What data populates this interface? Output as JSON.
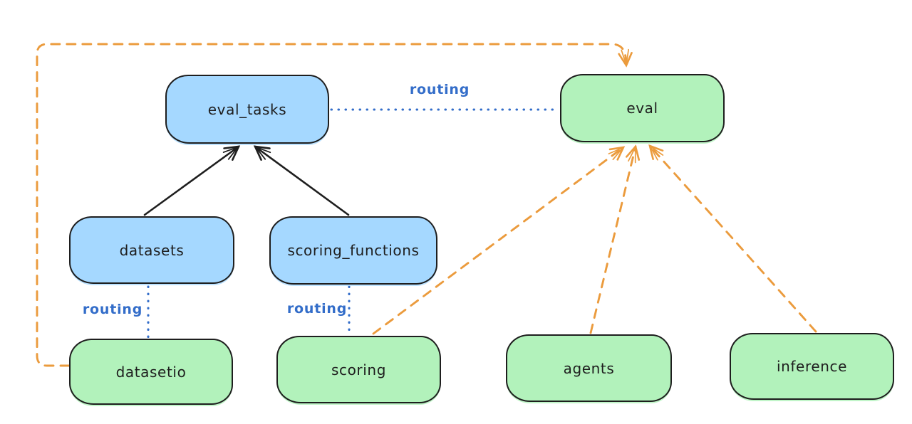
{
  "diagram": {
    "nodes": {
      "eval_tasks": {
        "label": "eval_tasks",
        "color_group": "blue"
      },
      "eval": {
        "label": "eval",
        "color_group": "green"
      },
      "datasets": {
        "label": "datasets",
        "color_group": "blue"
      },
      "scoring_functions": {
        "label": "scoring_functions",
        "color_group": "blue"
      },
      "datasetio": {
        "label": "datasetio",
        "color_group": "green"
      },
      "scoring": {
        "label": "scoring",
        "color_group": "green"
      },
      "agents": {
        "label": "agents",
        "color_group": "green"
      },
      "inference": {
        "label": "inference",
        "color_group": "green"
      }
    },
    "edges": [
      {
        "from": "datasets",
        "to": "eval_tasks",
        "style": "solid",
        "color": "black",
        "label": ""
      },
      {
        "from": "scoring_functions",
        "to": "eval_tasks",
        "style": "solid",
        "color": "black",
        "label": ""
      },
      {
        "from": "eval_tasks",
        "to": "eval",
        "style": "dotted",
        "color": "blue",
        "label": "routing"
      },
      {
        "from": "datasets",
        "to": "datasetio",
        "style": "dotted",
        "color": "blue",
        "label": "routing"
      },
      {
        "from": "scoring_functions",
        "to": "scoring",
        "style": "dotted",
        "color": "blue",
        "label": "routing"
      },
      {
        "from": "datasetio",
        "to": "eval",
        "style": "dashed",
        "color": "orange",
        "label": ""
      },
      {
        "from": "scoring",
        "to": "eval",
        "style": "dashed",
        "color": "orange",
        "label": ""
      },
      {
        "from": "agents",
        "to": "eval",
        "style": "dashed",
        "color": "orange",
        "label": ""
      },
      {
        "from": "inference",
        "to": "eval",
        "style": "dashed",
        "color": "orange",
        "label": ""
      }
    ],
    "colors": {
      "node_blue_fill": "#a5d8ff",
      "node_green_fill": "#b2f2bb",
      "stroke_black": "#1e1e1e",
      "routing_blue": "#336dc9",
      "provider_orange": "#eb9b3d",
      "background": "#ffffff"
    }
  }
}
